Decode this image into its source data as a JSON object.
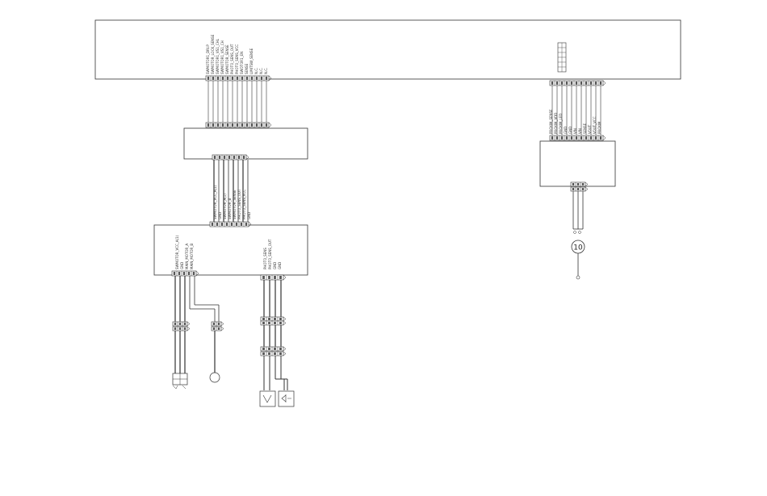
{
  "main_board": {
    "harness_left": {
      "labels": [
        "SWMOTOR1_DRI.P",
        "SWMOTOR_LOCK_SENSE",
        "SWMOTOR1_VS1_CHL",
        "SWMOTOR1_VS1_CH",
        "SWMOTOR_SENSE",
        "PHOTO_SENS_OUT",
        "PHOTO_SENS_VCC",
        "SWOTOR1_EN",
        "SENSE",
        "LIMITSW_SENSE",
        "N.C.",
        "N.C.",
        "N.C."
      ]
    },
    "harness_right": {
      "labels": [
        "PROXIM_SENSE",
        "PROXIM_VDD",
        "PROXIM_LED",
        "GND",
        "GND",
        "VIN",
        "VIN",
        "SENSE",
        "VOUT",
        "VOUT_VCC",
        "PROXIM"
      ]
    }
  },
  "relay_board": {
    "bottom_labels": [
      "SWMOTOR_VCC_A(1)",
      "GND",
      "SWMOTOR_A(1)",
      "SWMOTOR_B",
      "SWMOTOR_SENSE",
      "PHOTO_SENS_OUT",
      "PHOTO_SENS_VCC",
      "GND"
    ]
  },
  "motor_board": {
    "left_labels": [
      "SWMOTOR_VCC_A(1)",
      "GND",
      "MAIN_MOTOR_A",
      "MAIN_MOTOR_B"
    ],
    "right_labels": [
      "PHOTO_SENS",
      "PHOTO_SENS_OUT",
      "GND",
      "GND"
    ]
  },
  "components": {
    "sensor_ref": "10"
  }
}
